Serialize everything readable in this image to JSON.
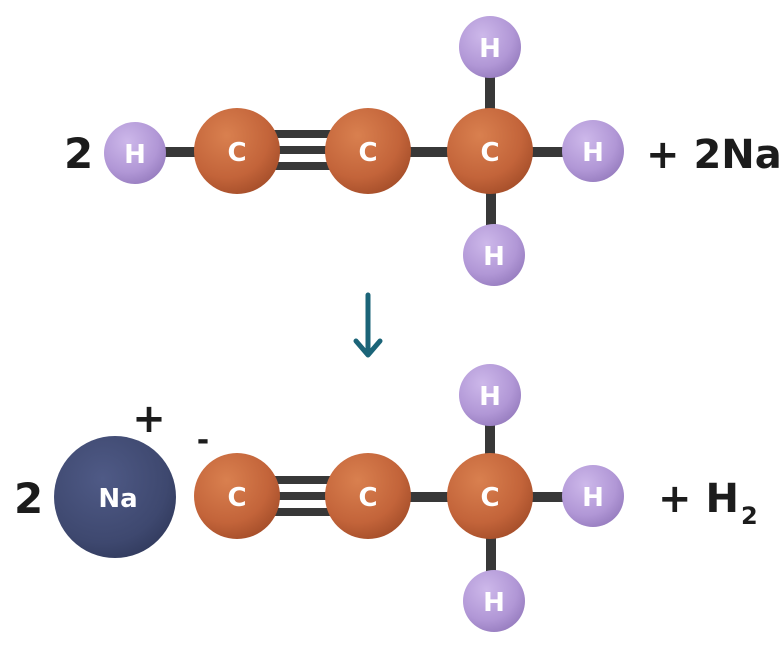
{
  "colors": {
    "carbon": "#c8683a",
    "hydrogen": "#b49ad6",
    "sodium": "#414b73",
    "bond": "#383838",
    "arrow": "#1b6478",
    "text": "#1c1c1c"
  },
  "reactants": {
    "coefficient": "2",
    "plus_reagent": "+ 2Na",
    "molecule": {
      "h_left": "H",
      "c1": "C",
      "c2": "C",
      "c3": "C",
      "h_top": "H",
      "h_right": "H",
      "h_bottom": "H"
    }
  },
  "products": {
    "coefficient": "2",
    "sodium_label": "Na",
    "sodium_charge": "+",
    "anion_charge": "-",
    "plus_product_prefix": "+ H",
    "plus_product_subscript": "2",
    "molecule": {
      "c1": "C",
      "c2": "C",
      "c3": "C",
      "h_top": "H",
      "h_right": "H",
      "h_bottom": "H"
    }
  },
  "arrow_icon": "down-arrow-icon"
}
